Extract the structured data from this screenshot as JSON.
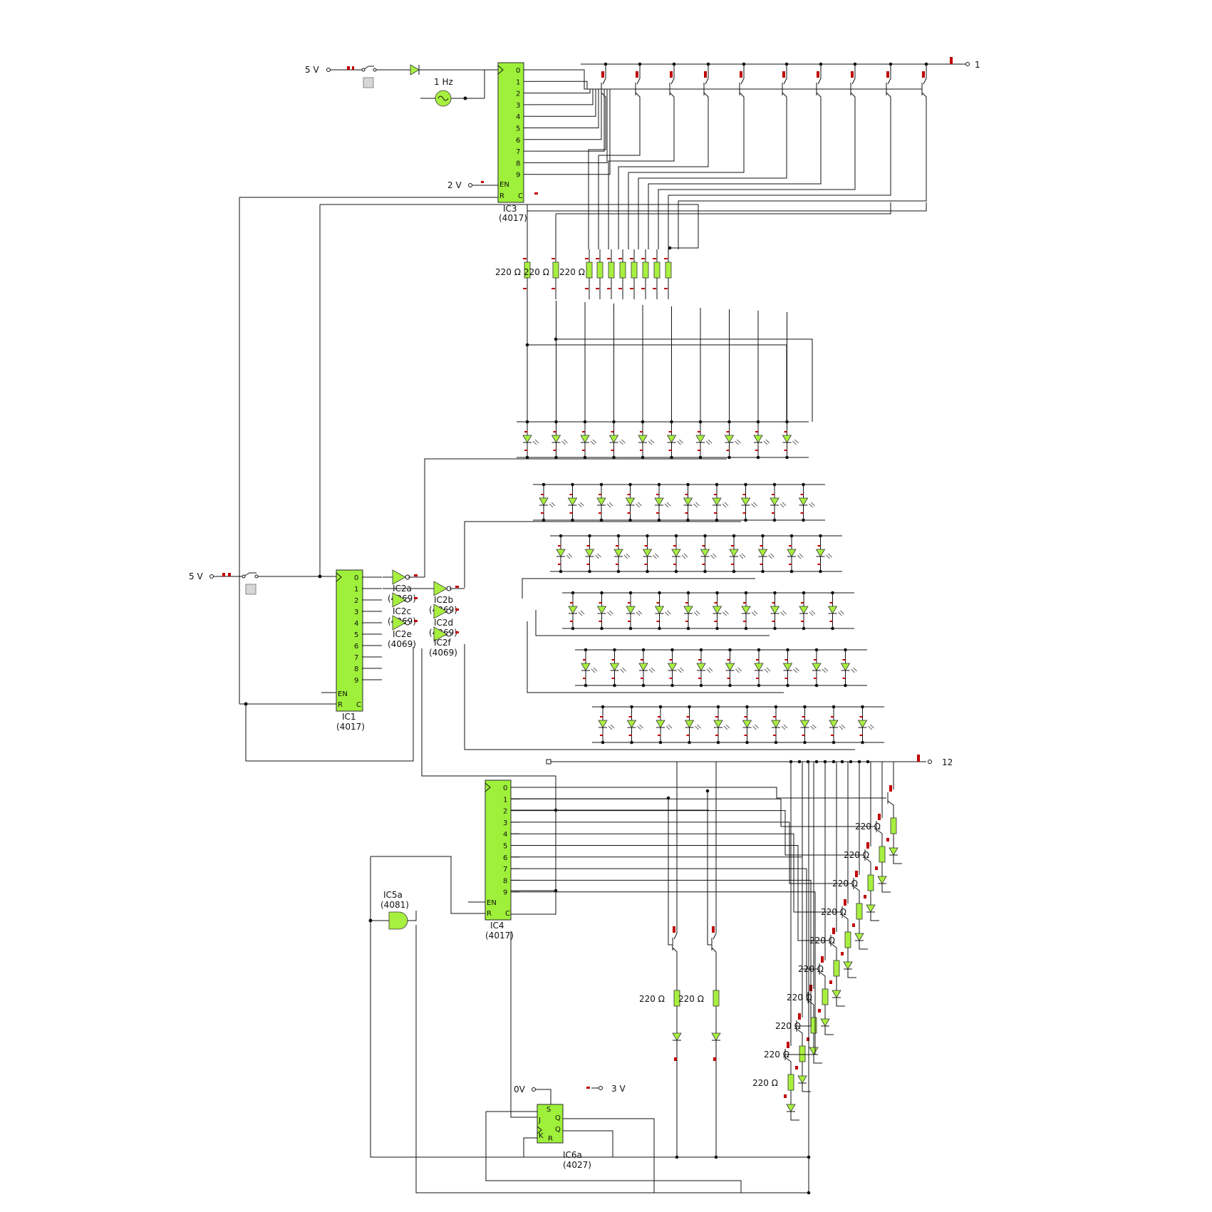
{
  "sources": {
    "top_supply": "5 V",
    "left_supply": "5 V",
    "en_voltage": "2 V",
    "clock": "1 Hz",
    "right_top_rail": "1",
    "right_bottom_rail": "12",
    "jk_set": "0V",
    "jk_reset": "3 V"
  },
  "counters": [
    {
      "name": "IC3",
      "type": "(4017)",
      "en": "EN",
      "r": "R",
      "c": "C"
    },
    {
      "name": "IC1",
      "type": "(4017)",
      "en": "EN",
      "r": "R",
      "c": "C"
    },
    {
      "name": "IC4",
      "type": "(4017)",
      "en": "EN",
      "r": "R",
      "c": "C"
    }
  ],
  "counter_outputs": [
    "0",
    "1",
    "2",
    "3",
    "4",
    "5",
    "6",
    "7",
    "8",
    "9"
  ],
  "inverters": [
    {
      "name": "IC2a",
      "type": "(4069)"
    },
    {
      "name": "IC2b",
      "type": "(4069)"
    },
    {
      "name": "IC2c",
      "type": "(4069)"
    },
    {
      "name": "IC2d",
      "type": "(4069)"
    },
    {
      "name": "IC2e",
      "type": "(4069)"
    },
    {
      "name": "IC2f",
      "type": "(4069)"
    }
  ],
  "and_gate": {
    "name": "IC5a",
    "type": "(4081)"
  },
  "flipflop": {
    "name": "IC6a",
    "type": "(4027)",
    "pins": {
      "s": "S",
      "j": "J",
      "k": "K",
      "r": "R",
      "q": "Q",
      "qb": "Q"
    }
  },
  "resistor_value": "220 Ω",
  "colors": {
    "component_fill": "#9ef03a",
    "state_marker": "#c00000",
    "wire": "#111111"
  }
}
